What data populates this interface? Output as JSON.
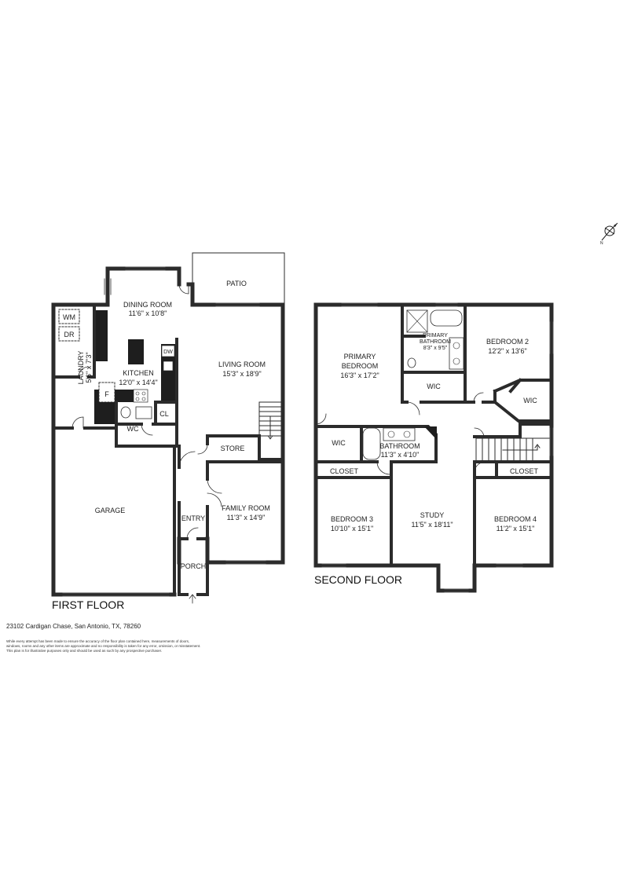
{
  "floors": {
    "first": {
      "title": "FIRST FLOOR"
    },
    "second": {
      "title": "SECOND FLOOR"
    }
  },
  "rooms": {
    "wm": "WM",
    "dr": "DR",
    "laundry": {
      "name": "LAUNDRY",
      "dims": "5'6\" x 7'3\""
    },
    "dining": {
      "name": "DINING ROOM",
      "dims": "11'6\" x 10'8\""
    },
    "patio": "PATIO",
    "kitchen": {
      "name": "KITCHEN",
      "dims": "12'0\" x 14'4\""
    },
    "dw": "DW",
    "fridge": "F",
    "cl": "CL",
    "wc": "WC",
    "living": {
      "name": "LIVING ROOM",
      "dims": "15'3\" x 18'9\""
    },
    "store": "STORE",
    "family": {
      "name": "FAMILY ROOM",
      "dims": "11'3\" x 14'9\""
    },
    "garage": "GARAGE",
    "entry": "ENTRY",
    "porch": "PORCH",
    "primary_bedroom": {
      "name1": "PRIMARY",
      "name2": "BEDROOM",
      "dims": "16'3\" x 17'2\""
    },
    "primary_bath": {
      "name1": "PRIMARY",
      "name2": "BATHROOM",
      "dims": "8'3\" x 9'5\""
    },
    "wic_primary": "WIC",
    "bedroom2": {
      "name": "BEDROOM 2",
      "dims": "12'2\" x 13'6\""
    },
    "wic_bed2": "WIC",
    "wic_left": "WIC",
    "bathroom": {
      "name": "BATHROOM",
      "dims": "11'3\" x 4'10\""
    },
    "closet3": "CLOSET",
    "closet4": "CLOSET",
    "bedroom3": {
      "name": "BEDROOM 3",
      "dims": "10'10\" x 15'1\""
    },
    "study": {
      "name": "STUDY",
      "dims": "11'5\" x 18'11\""
    },
    "bedroom4": {
      "name": "BEDROOM 4",
      "dims": "11'2\" x 15'1\""
    }
  },
  "address": "23102 Cardigan Chase, San Antonio, TX, 78260",
  "disclaimer": {
    "line1": "While every attempt has been made to ensure the accuracy of the floor plan contained here, measurements of doors,",
    "line2": "windows, rooms and any other items are approximate and no responsibility is taken for any error, omission, or misstatement.",
    "line3": "This plan is for illustrative purposes only and should be used as such by any prospective purchaser."
  },
  "compass_label": "N"
}
